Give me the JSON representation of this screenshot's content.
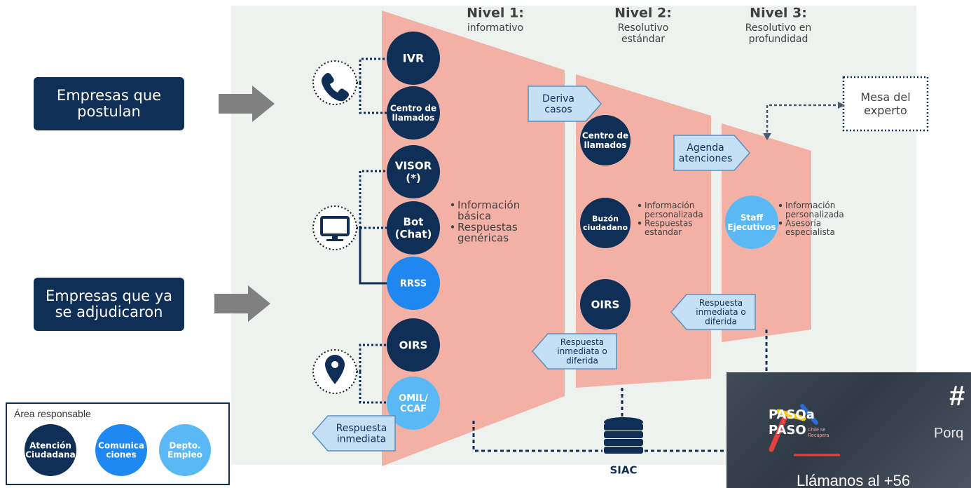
{
  "levels": [
    {
      "title": "Nivel 1:",
      "subtitle": "informativo"
    },
    {
      "title": "Nivel 2:",
      "subtitle": "Resolutivo\nestándar"
    },
    {
      "title": "Nivel 3:",
      "subtitle": "Resolutivo en\nprofundidad"
    }
  ],
  "entities": [
    {
      "label": "Empresas que\npostulan"
    },
    {
      "label": "Empresas que ya\nse adjudicaron"
    }
  ],
  "channel_icons": [
    "phone-icon",
    "monitor-icon",
    "location-pin-icon"
  ],
  "level1_channels": [
    {
      "label": "IVR",
      "area": "Atención Ciudadana"
    },
    {
      "label": "Centro de\nllamados",
      "area": "Atención Ciudadana"
    },
    {
      "label": "VISOR\n(*)",
      "area": "Atención Ciudadana"
    },
    {
      "label": "Bot\n(Chat)",
      "area": "Atención Ciudadana"
    },
    {
      "label": "RRSS",
      "area": "Comunicaciones"
    },
    {
      "label": "OIRS",
      "area": "Atención Ciudadana"
    },
    {
      "label": "OMIL/\nCCAF",
      "area": "Depto. Empleo"
    }
  ],
  "level1_bullets": [
    "Información\nbásica",
    "Respuestas\ngenéricas"
  ],
  "level2_channels": [
    {
      "label": "Centro de\nllamados",
      "area": "Atención Ciudadana"
    },
    {
      "label": "Buzón\nciudadano",
      "area": "Atención Ciudadana"
    },
    {
      "label": "OIRS",
      "area": "Atención Ciudadana"
    }
  ],
  "level2_bullets": [
    "Información\npersonalizada",
    "Respuestas\nestandar"
  ],
  "level3_channels": [
    {
      "label": "Staff\nEjecutivos",
      "area": "Depto. Empleo"
    }
  ],
  "level3_bullets": [
    "Información\npersonalizada",
    "Asesoría\nespecialista"
  ],
  "flow_arrows": {
    "deriva": "Deriva\ncasos",
    "agenda": "Agenda\natenciones",
    "resp_l3": "Respuesta\ninmediata o\ndiferida",
    "resp_l2": "Respuesta\ninmediata o\ndiferida",
    "resp_l1": "Respuesta\ninmediata"
  },
  "mesa_experto": "Mesa del\nexperto",
  "siac_label": "SIAC",
  "legend": {
    "title": "Área responsable",
    "items": [
      {
        "label": "Atención\nCiudadana",
        "color": "#0f2f57"
      },
      {
        "label": "Comunica\nciones",
        "color": "#1e88f0"
      },
      {
        "label": "Depto.\nEmpleo",
        "color": "#5ab8f5"
      }
    ]
  },
  "inset": {
    "logo_text": "PASOa\nPASO",
    "logo_subtext": "Chile se\nRecupera",
    "hashtag": "#",
    "tagline": "Porq",
    "call_text": "Llámanos al +56"
  },
  "colors": {
    "navy": "#0f2f57",
    "blue": "#1e88f0",
    "lightblue": "#5ab8f5",
    "salmon": "#f3b1a6",
    "panel": "#edf2ef",
    "arrow_fill": "#c5e0f5",
    "gray_arrow": "#808080"
  }
}
